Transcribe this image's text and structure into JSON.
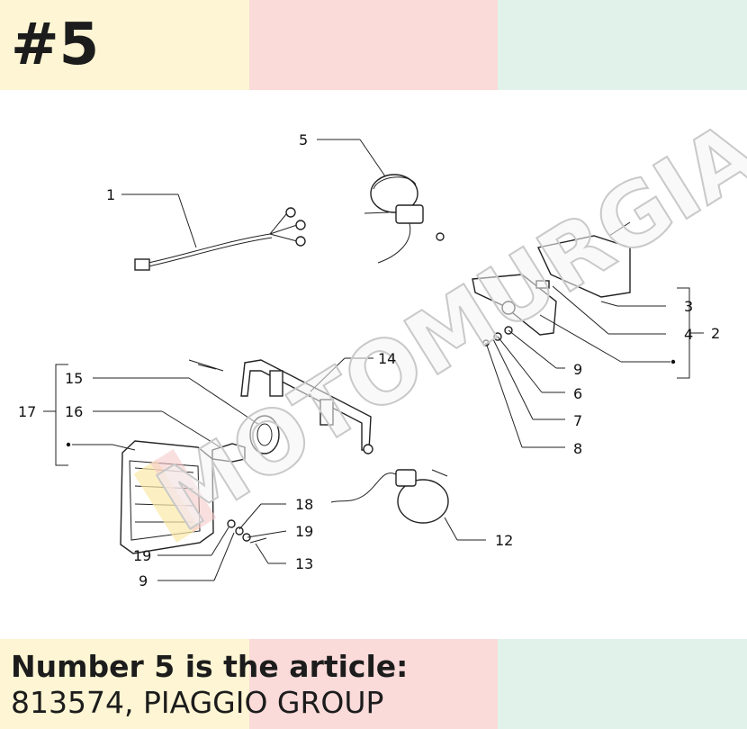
{
  "header": {
    "title": "#5"
  },
  "footer": {
    "line1": "Number 5 is the article:",
    "line2": "813574, PIAGGIO GROUP"
  },
  "watermark": {
    "text": "MOTOMURGIA"
  },
  "callouts": {
    "c1": "1",
    "c2": "2",
    "c3": "3",
    "c4": "4",
    "c5": "5",
    "c6": "6",
    "c7": "7",
    "c8": "8",
    "c9a": "9",
    "c9b": "9",
    "c12": "12",
    "c13": "13",
    "c14": "14",
    "c15": "15",
    "c16": "16",
    "c17": "17",
    "c18": "18",
    "c19a": "19",
    "c19b": "19"
  },
  "colors": {
    "band_yellow": "#fdf5d3",
    "band_pink": "#fbdada",
    "band_mint": "#e1f2ea",
    "watermark_fill": "#f4f4f4",
    "watermark_stroke": "#c9c9c9"
  }
}
